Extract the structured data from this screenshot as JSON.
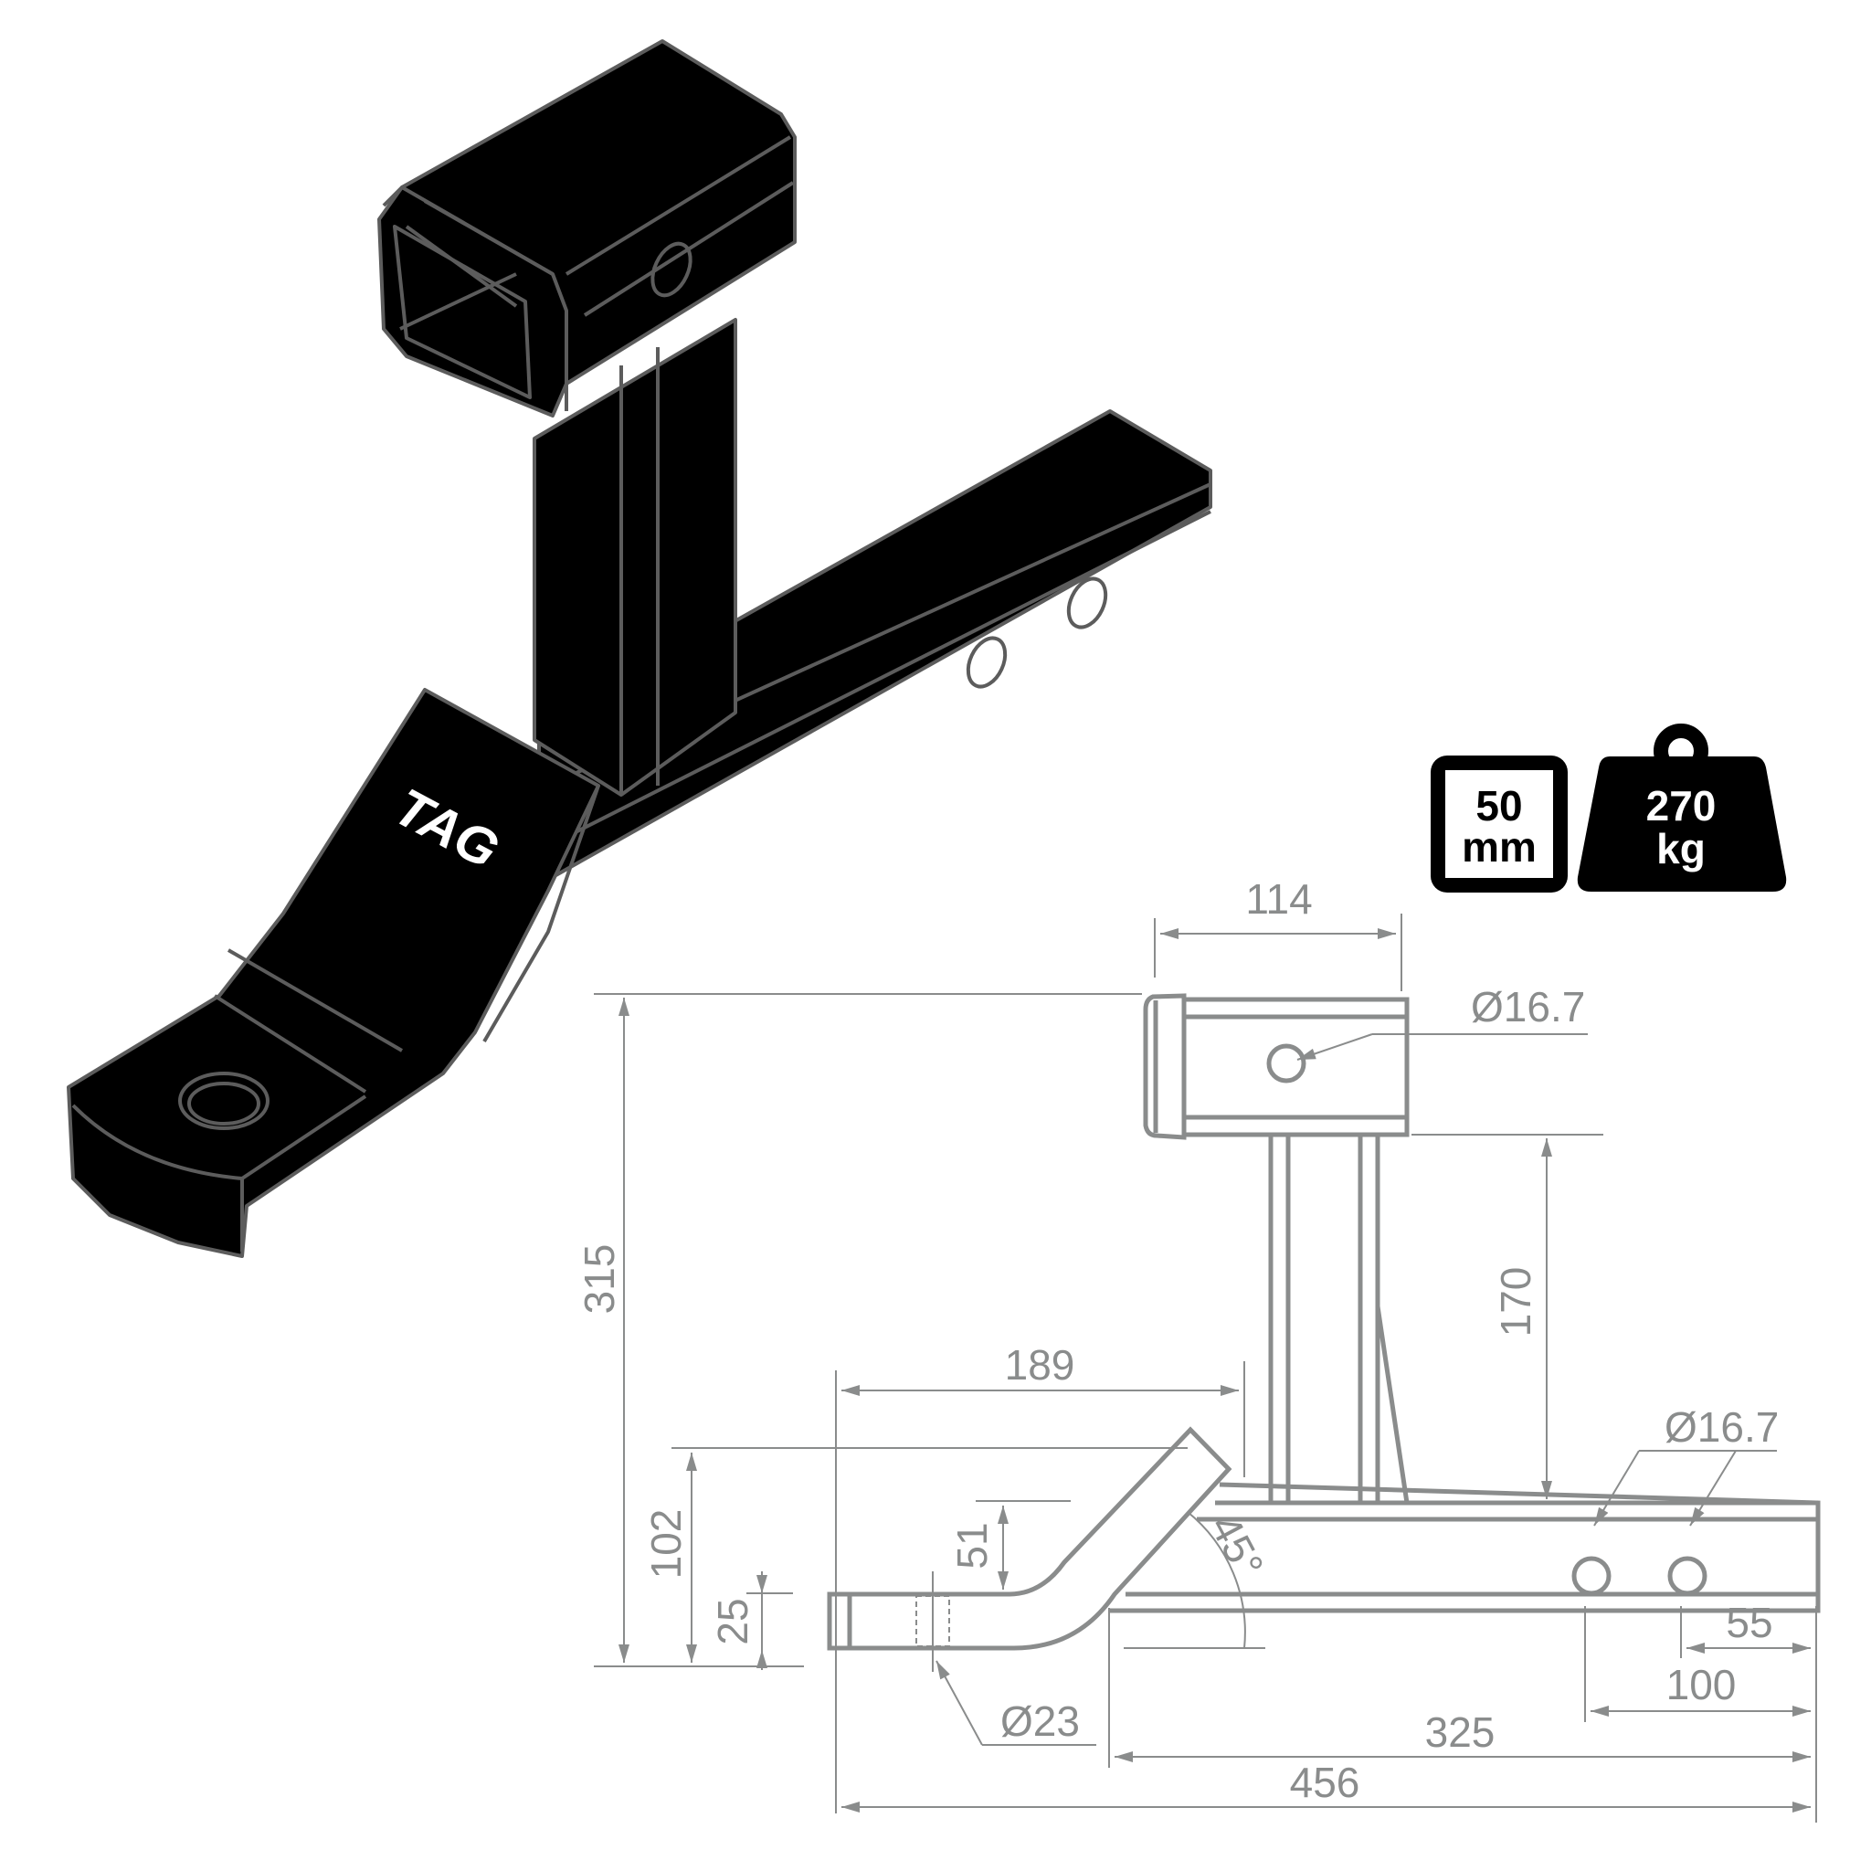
{
  "product": {
    "brand_logo": "TAG",
    "view": "isometric-3d"
  },
  "badges": {
    "size": {
      "value": "50",
      "unit": "mm",
      "icon": "square-frame-icon"
    },
    "capacity": {
      "value": "270",
      "unit": "kg",
      "icon": "weight-icon"
    }
  },
  "dimensions": {
    "receiver_length": "114",
    "receiver_pin_hole": "Ø16.7",
    "total_height": "315",
    "post_height": "170",
    "drop_length": "189",
    "tongue_rise": "102",
    "bend_rise": "51",
    "tongue_thickness": "25",
    "ball_hole": "Ø23",
    "angle": "45°",
    "bar_pin_holes": "Ø16.7",
    "hole_offset_1": "55",
    "hole_offset_2": "100",
    "bar_length": "325",
    "overall_length": "456"
  },
  "colors": {
    "line": "#8a8c8c",
    "fill_3d": "#000000",
    "edge_3d": "#5a5a5a",
    "background": "#ffffff"
  }
}
